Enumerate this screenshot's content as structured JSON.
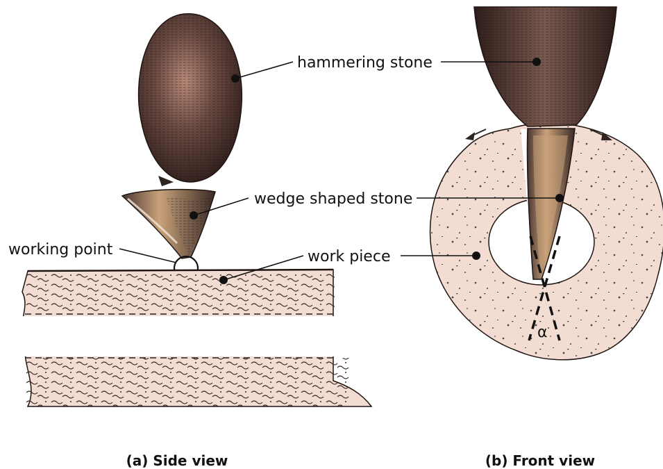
{
  "labels": {
    "hammering_stone": "hammering stone",
    "wedge_shaped_stone": "wedge shaped stone",
    "working_point": "working point",
    "work_piece": "work piece",
    "angle": "α"
  },
  "captions": {
    "side_view": "(a) Side view",
    "front_view": "(b) Front view"
  },
  "colors": {
    "stone_dark": "#3a2622",
    "stone_mid": "#6a4a42",
    "stone_highlight": "#b88a78",
    "wedge_tan": "#c9a27a",
    "workpiece_fill": "#f3ddd2",
    "speckle": "#2a2a2a"
  }
}
